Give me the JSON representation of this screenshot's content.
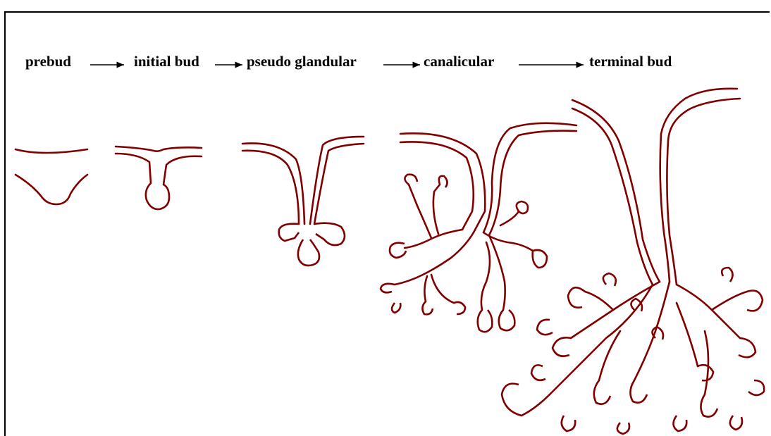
{
  "stages": [
    {
      "label": "prebud"
    },
    {
      "label": "initial bud"
    },
    {
      "label": "pseudo glandular"
    },
    {
      "label": "canalicular"
    },
    {
      "label": "terminal bud"
    }
  ],
  "colors": {
    "line": "#800000",
    "text": "#000000"
  }
}
